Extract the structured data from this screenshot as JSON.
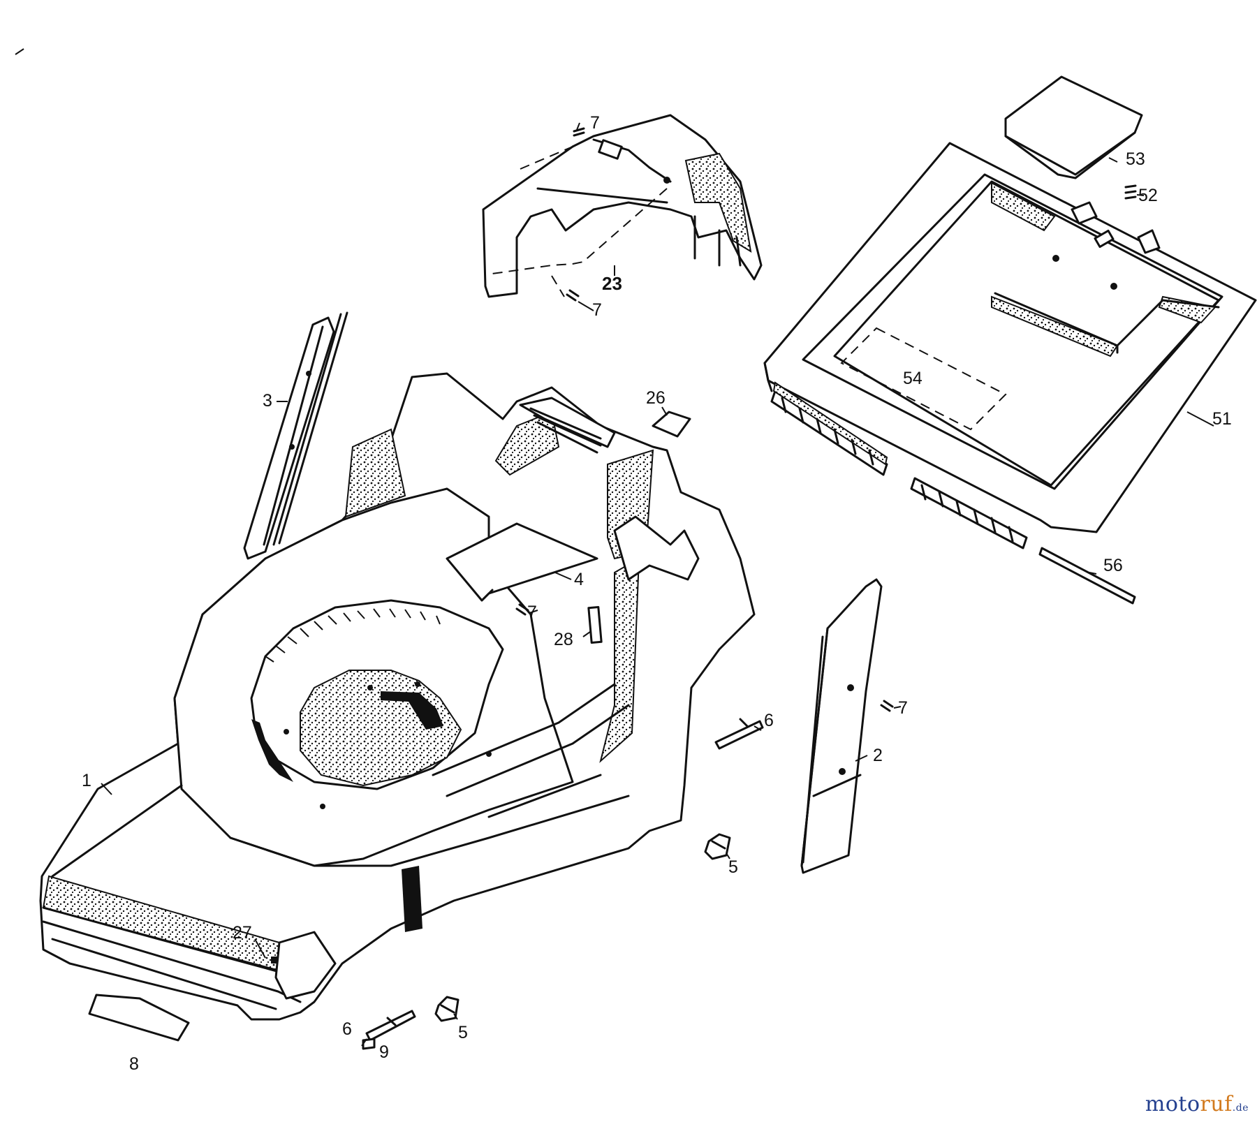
{
  "parts": [
    {
      "id": "p1",
      "label": "1"
    },
    {
      "id": "p2",
      "label": "2"
    },
    {
      "id": "p3",
      "label": "3"
    },
    {
      "id": "p4",
      "label": "4"
    },
    {
      "id": "p5a",
      "label": "5"
    },
    {
      "id": "p5b",
      "label": "5"
    },
    {
      "id": "p6a",
      "label": "6"
    },
    {
      "id": "p6b",
      "label": "6"
    },
    {
      "id": "p7a",
      "label": "7"
    },
    {
      "id": "p7b",
      "label": "7"
    },
    {
      "id": "p7c",
      "label": "7"
    },
    {
      "id": "p7d",
      "label": "7"
    },
    {
      "id": "p8",
      "label": "8"
    },
    {
      "id": "p9",
      "label": "9"
    },
    {
      "id": "p23",
      "label": "23"
    },
    {
      "id": "p26",
      "label": "26"
    },
    {
      "id": "p27",
      "label": "27"
    },
    {
      "id": "p28",
      "label": "28"
    },
    {
      "id": "p51",
      "label": "51"
    },
    {
      "id": "p52",
      "label": "52"
    },
    {
      "id": "p53",
      "label": "53"
    },
    {
      "id": "p54",
      "label": "54"
    },
    {
      "id": "p56",
      "label": "56"
    }
  ],
  "watermark": {
    "main": "moto",
    "accent": "ruf",
    "tld": ".de"
  }
}
